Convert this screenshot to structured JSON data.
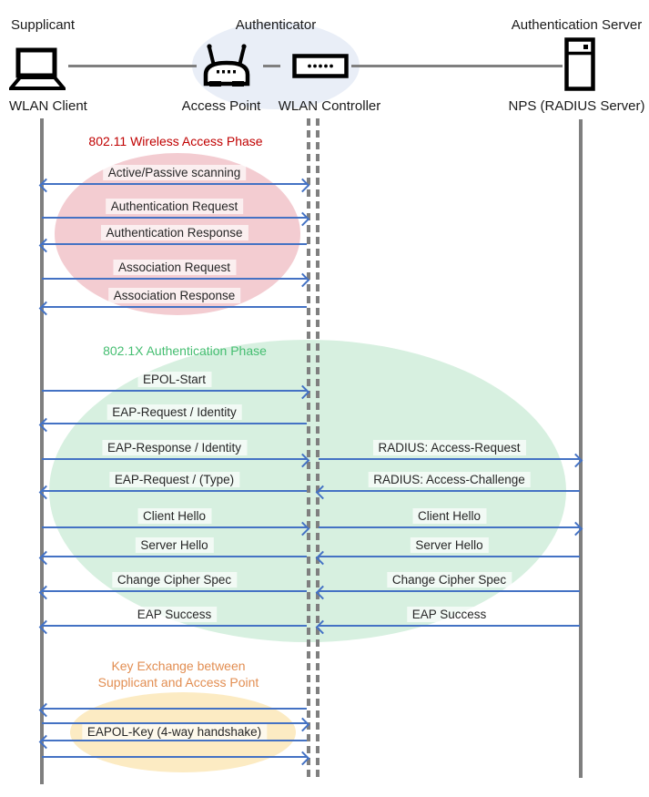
{
  "actors": {
    "supplicant": {
      "role": "Supplicant",
      "device": "WLAN Client"
    },
    "authenticator": {
      "role": "Authenticator",
      "access_point": "Access Point",
      "wlan_controller": "WLAN Controller"
    },
    "auth_server": {
      "role": "Authentication Server",
      "device": "NPS (RADIUS Server)"
    }
  },
  "phase1": {
    "title": "802.11 Wireless Access Phase",
    "title_color": "#C00000",
    "fill_color": "#F3CCD1",
    "messages": [
      {
        "label": "Active/Passive scanning",
        "direction": "both"
      },
      {
        "label": "Authentication Request",
        "direction": "right"
      },
      {
        "label": "Authentication Response",
        "direction": "left"
      },
      {
        "label": "Association Request",
        "direction": "right"
      },
      {
        "label": "Association Response",
        "direction": "left"
      }
    ]
  },
  "phase2": {
    "title": "802.1X Authentication Phase",
    "title_color": "#45BE71",
    "fill_color": "#D7F0E0",
    "client_messages": [
      {
        "label": "EPOL-Start",
        "direction": "right"
      },
      {
        "label": "EAP-Request / Identity",
        "direction": "left"
      },
      {
        "label": "EAP-Response / Identity",
        "direction": "right"
      },
      {
        "label": "EAP-Request / (Type)",
        "direction": "left"
      },
      {
        "label": "Client Hello",
        "direction": "right"
      },
      {
        "label": "Server Hello",
        "direction": "left"
      },
      {
        "label": "Change Cipher Spec",
        "direction": "left"
      },
      {
        "label": "EAP Success",
        "direction": "left"
      }
    ],
    "server_messages": [
      {
        "label": "RADIUS: Access-Request",
        "direction": "right"
      },
      {
        "label": "RADIUS: Access-Challenge",
        "direction": "left"
      },
      {
        "label": "Client Hello",
        "direction": "right"
      },
      {
        "label": "Server Hello",
        "direction": "left"
      },
      {
        "label": "Change Cipher Spec",
        "direction": "left"
      },
      {
        "label": "EAP Success",
        "direction": "left"
      }
    ]
  },
  "phase3": {
    "title_line1": "Key Exchange between",
    "title_line2": "Supplicant and Access Point",
    "title_color": "#E28E52",
    "fill_color": "#FCEBC3",
    "messages": [
      {
        "label": "",
        "direction": "left"
      },
      {
        "label": "",
        "direction": "right"
      },
      {
        "label": "EAPOL-Key (4-way handshake)",
        "direction": "left"
      },
      {
        "label": "",
        "direction": "right"
      }
    ]
  },
  "colors": {
    "arrow": "#4472C4",
    "lifeline": "#7F7F7F",
    "authenticator_fill": "#E9EEF7"
  }
}
